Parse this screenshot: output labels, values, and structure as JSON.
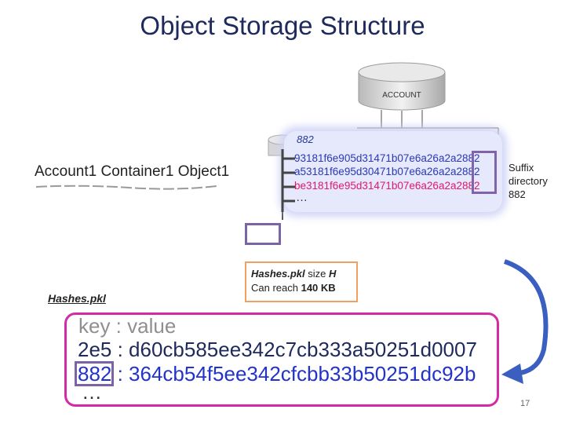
{
  "title": "Object Storage Structure",
  "path_label": "Account1 Container1 Object1",
  "account_db": {
    "label": "ACCOUNT"
  },
  "suffix_panel": {
    "dir_number": "882",
    "hashes": [
      "93181f6e905d31471b07e6a26a2a2882",
      "a53181f6e95d30471b07e6a26a2a2882",
      "be3181f6e95d31471b07e6a26a2a2882"
    ],
    "more": "…",
    "desc": [
      "Suffix",
      "directory",
      "882"
    ]
  },
  "hashes_file_label": "Hashes.pkl",
  "note": {
    "line1_italic": "Hashes.pkl",
    "line1_rest": " size ",
    "line1_var": "H",
    "line2_pre": "Can reach ",
    "line2_bold": "140 KB"
  },
  "kv_panel": {
    "header": "key : value",
    "rows": [
      "2e5 : d60cb585ee342c7cb333a50251d0007",
      "882 : 364cb54f5ee342cfcbb33b50251dc92b"
    ],
    "more": "…"
  },
  "page_number": "17",
  "colors": {
    "title": "#1f2a5c",
    "hash_blue": "#2a39b5",
    "hash_red": "#e0186b",
    "highlight_box": "#7a64a6",
    "kv_border": "#d42aa8",
    "note_border": "#f0a060",
    "arrow": "#3a5fc0"
  }
}
